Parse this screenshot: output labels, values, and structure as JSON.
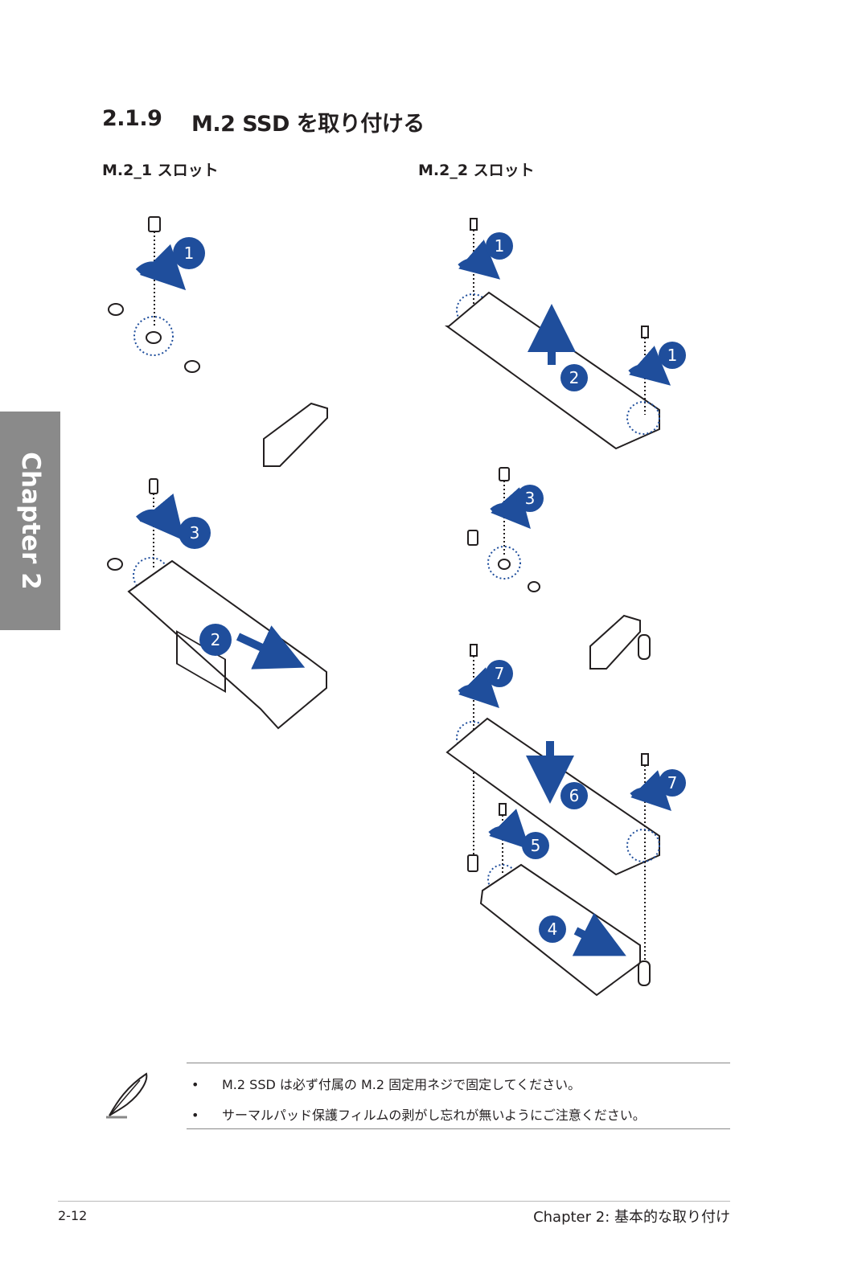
{
  "section": {
    "number": "2.1.9",
    "title": "M.2 SSD を取り付ける"
  },
  "slots": {
    "left_label": "M.2_1 スロット",
    "right_label": "M.2_2 スロット"
  },
  "chapter_tab": "Chapter 2",
  "step_numbers": {
    "s1": "1",
    "s2": "2",
    "s3": "3",
    "s4": "4",
    "s5": "5",
    "s6": "6",
    "s7": "7"
  },
  "notes": [
    "M.2 SSD は必ず付属の M.2 固定用ネジで固定してください。",
    "サーマルパッド保護フィルムの剥がし忘れが無いようにご注意ください。"
  ],
  "bullet": "•",
  "footer": {
    "page_number": "2-12",
    "chapter_title": "Chapter 2: 基本的な取り付け"
  },
  "colors": {
    "accent_blue": "#1f4e9c",
    "line": "#231f20",
    "chapter_tab": "#8a8a8a"
  },
  "icons": [
    "pen-note-icon"
  ]
}
